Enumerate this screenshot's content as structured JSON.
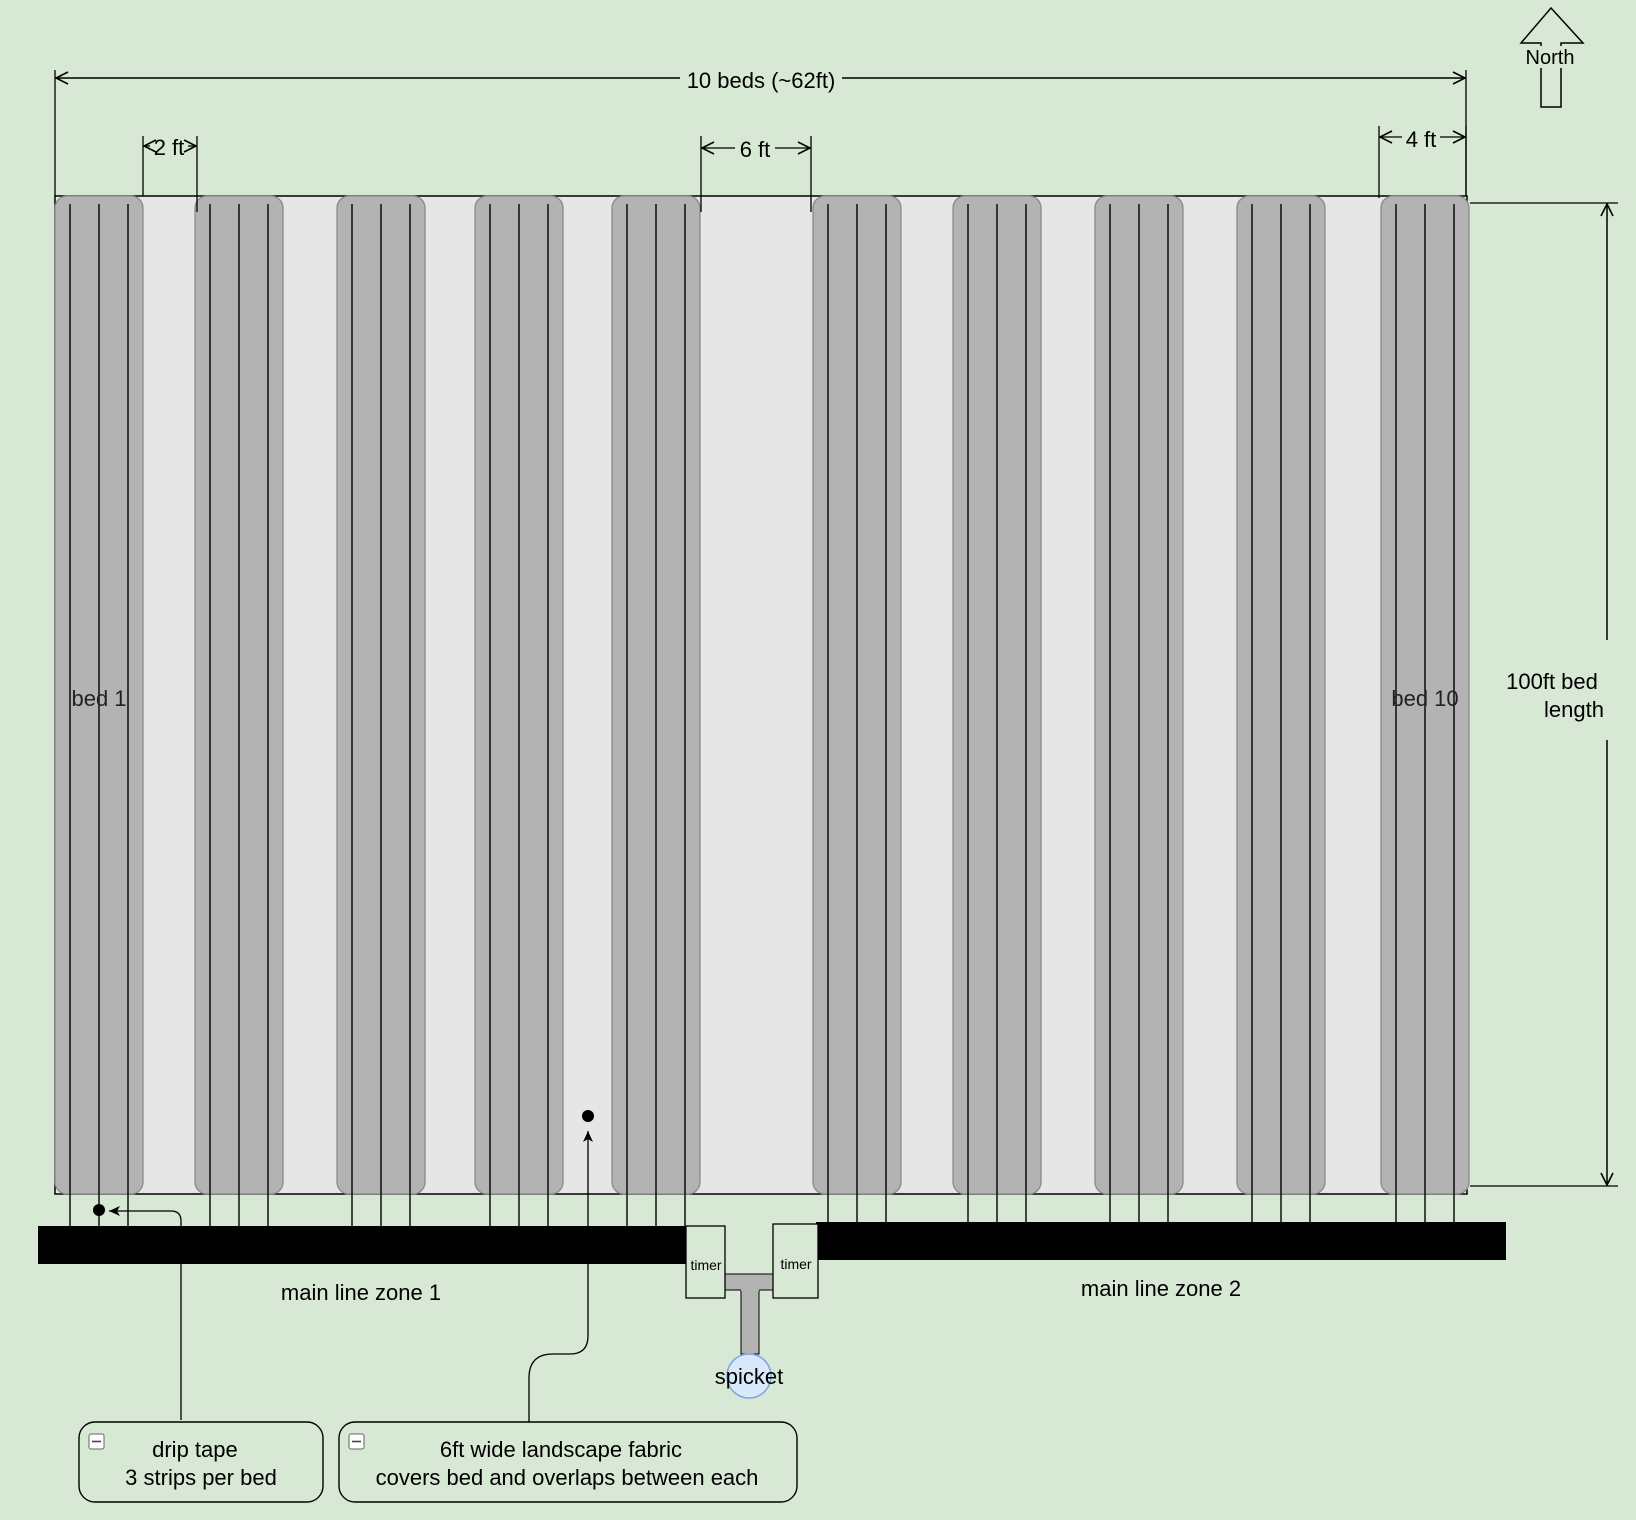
{
  "colors": {
    "background": "#d7e8d4",
    "plot": "#e6e6e6",
    "bed": "#b3b3b3",
    "bed_border": "#8a8a8a",
    "main_line": "#000000",
    "pipe": "#b3b3b3",
    "spigot": "#dae8fc",
    "spigot_border": "#7ea6e0",
    "note_box": "#d7e8d4"
  },
  "compass": {
    "label": "North"
  },
  "dimensions": {
    "total_width": "10 beds (~62ft)",
    "bed_width": "4 ft",
    "gap_width": "2 ft",
    "center_path": "6 ft",
    "bed_length": "100ft bed\nlength"
  },
  "beds": [
    {
      "label": "bed 1"
    },
    {
      "label": ""
    },
    {
      "label": ""
    },
    {
      "label": ""
    },
    {
      "label": ""
    },
    {
      "label": ""
    },
    {
      "label": ""
    },
    {
      "label": ""
    },
    {
      "label": ""
    },
    {
      "label": "bed 10"
    }
  ],
  "irrigation": {
    "zone1_label": "main line zone 1",
    "zone2_label": "main line zone 2",
    "timer_left": "timer",
    "timer_right": "timer",
    "spigot_label": "spicket"
  },
  "notes": {
    "collapse_icon": "minus-box-icon",
    "drip_tape": "drip tape\n3 strips per bed",
    "fabric": "6ft wide landscape fabric\ncovers bed and overlaps between each"
  }
}
